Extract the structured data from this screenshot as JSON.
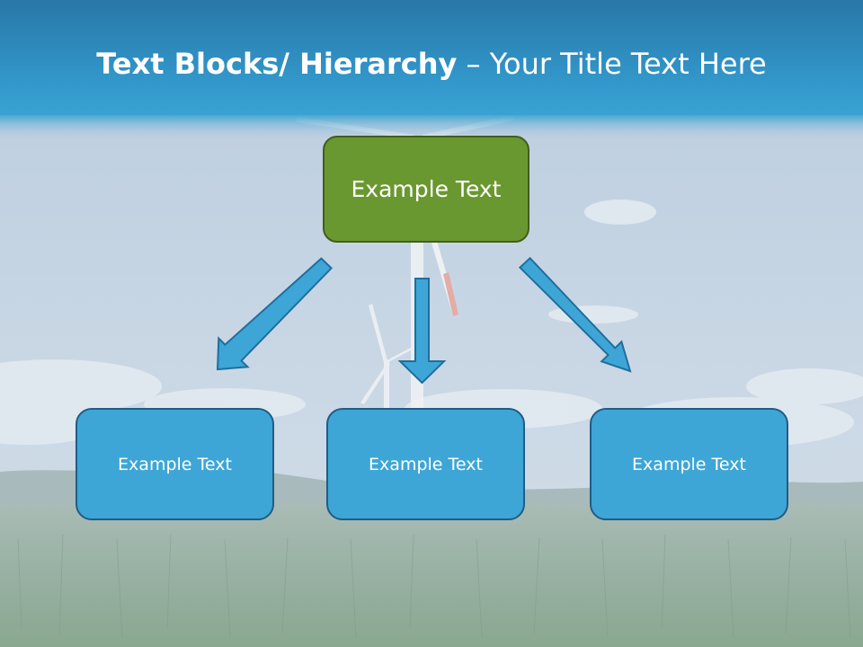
{
  "slide": {
    "title_bold": "Text Blocks/ Hierarchy",
    "title_dash": " – ",
    "title_rest": "Your Title Text Here"
  },
  "hierarchy": {
    "top": {
      "label": "Example Text"
    },
    "children": [
      {
        "label": "Example Text"
      },
      {
        "label": "Example Text"
      },
      {
        "label": "Example Text"
      }
    ]
  },
  "colors": {
    "header_band": "#2f8fc4",
    "top_box": "#6a9830",
    "child_box": "#3ea6d6",
    "arrow": "#3ea6d6"
  }
}
